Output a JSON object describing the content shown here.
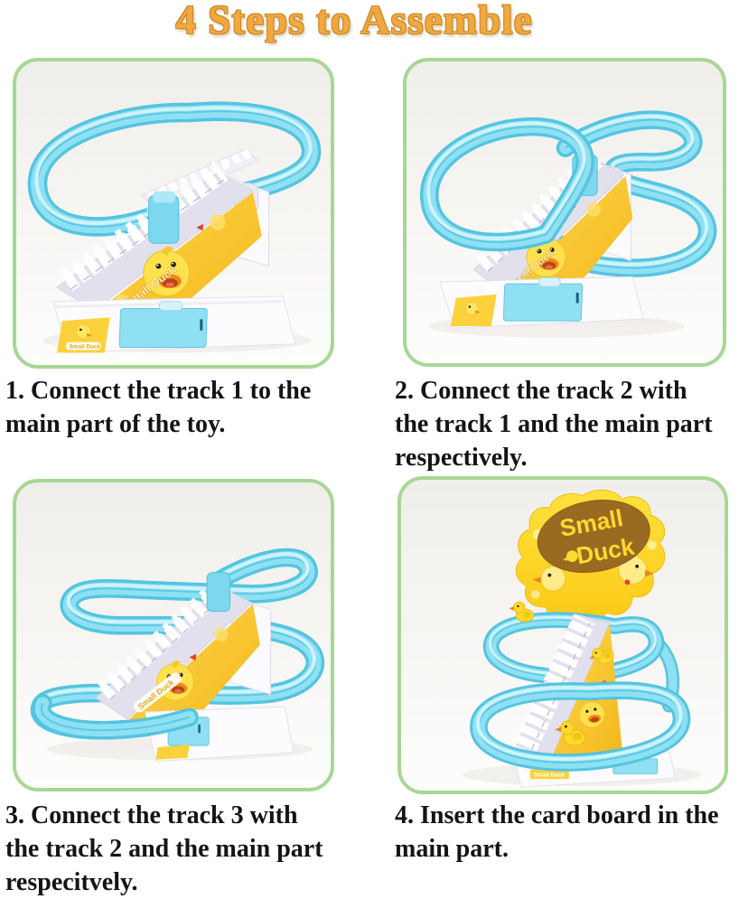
{
  "title": "4 Steps to Assemble",
  "brand": {
    "full_name": "Small Duck",
    "card_line1": "Small",
    "card_line2": "Duck"
  },
  "steps": [
    {
      "number": "1",
      "caption": "1. Connect the track 1 to the\nmain part of the toy."
    },
    {
      "number": "2",
      "caption": "2. Connect the track 2 with\nthe track 1 and the main part\nrespectively."
    },
    {
      "number": "3",
      "caption": "3. Connect the track 3 with\nthe track 2 and the main part\nrespecitvely."
    },
    {
      "number": "4",
      "caption": "4. Insert the card board in the\nmain part."
    }
  ],
  "colors": {
    "title_gold": "#f1a83c",
    "title_outline": "#c9872a",
    "panel_border": "#a7d795",
    "panel_bg_top": "#f0eeea",
    "panel_bg_bottom": "#fdfdfc",
    "caption_text": "#141414",
    "page_bg": "#ffffff",
    "track_blue": "#8ee0f3",
    "track_blue_dark": "#54c4e0",
    "track_highlight": "#cdf3fb",
    "stair_white": "#f8f7fc",
    "stair_shadow": "#d9d6e6",
    "duck_yellow": "#ffd92e",
    "panel_yellow": "#f9c626",
    "beak_orange": "#f0861a",
    "battery_blue": "#8fe0f3",
    "card_brown": "#996a22"
  }
}
